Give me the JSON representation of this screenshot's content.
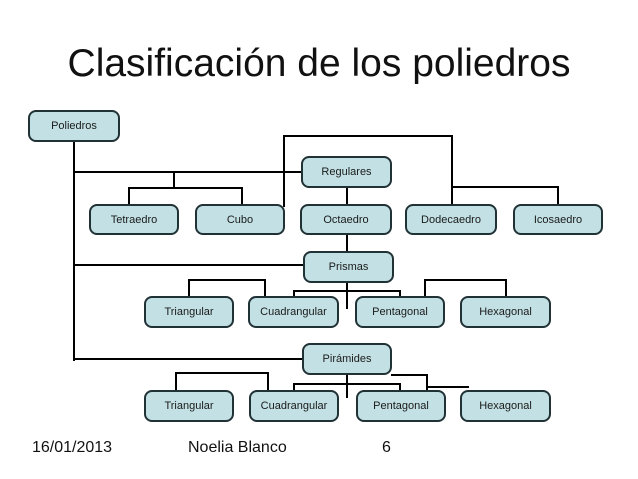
{
  "slide": {
    "title": "Clasificación de los poliedros",
    "footer": {
      "date": "16/01/2013",
      "author": "Noelia Blanco",
      "page_number": "6"
    }
  },
  "diagram": {
    "type": "tree",
    "root": "Poliedros",
    "nodes": {
      "poliedros": {
        "label": "Poliedros"
      },
      "regulares": {
        "label": "Regulares"
      },
      "tetraedro": {
        "label": "Tetraedro"
      },
      "cubo": {
        "label": "Cubo"
      },
      "octaedro": {
        "label": "Octaedro"
      },
      "dodecaedro": {
        "label": "Dodecaedro"
      },
      "icosaedro": {
        "label": "Icosaedro"
      },
      "prismas": {
        "label": "Prismas"
      },
      "prisma-triangular": {
        "label": "Triangular"
      },
      "prisma-cuadrangular": {
        "label": "Cuadrangular"
      },
      "prisma-pentagonal": {
        "label": "Pentagonal"
      },
      "prisma-hexagonal": {
        "label": "Hexagonal"
      },
      "piramides": {
        "label": "Pirámides"
      },
      "piramide-triangular": {
        "label": "Triangular"
      },
      "piramide-cuadrangular": {
        "label": "Cuadrangular"
      },
      "piramide-pentagonal": {
        "label": "Pentagonal"
      },
      "piramide-hexagonal": {
        "label": "Hexagonal"
      }
    },
    "hierarchy": {
      "Poliedros": [
        "Regulares",
        "Prismas",
        "Pirámides"
      ],
      "Regulares": [
        "Tetraedro",
        "Cubo",
        "Octaedro",
        "Dodecaedro",
        "Icosaedro"
      ],
      "Prismas": [
        "Triangular",
        "Cuadrangular",
        "Pentagonal",
        "Hexagonal"
      ],
      "Pirámides": [
        "Triangular",
        "Cuadrangular",
        "Pentagonal",
        "Hexagonal"
      ]
    },
    "colors": {
      "background": "#ffffff",
      "node_fill": "#c3e1e4",
      "node_border": "#203236",
      "connector": "#000000",
      "text": "#1a1a1a"
    }
  }
}
